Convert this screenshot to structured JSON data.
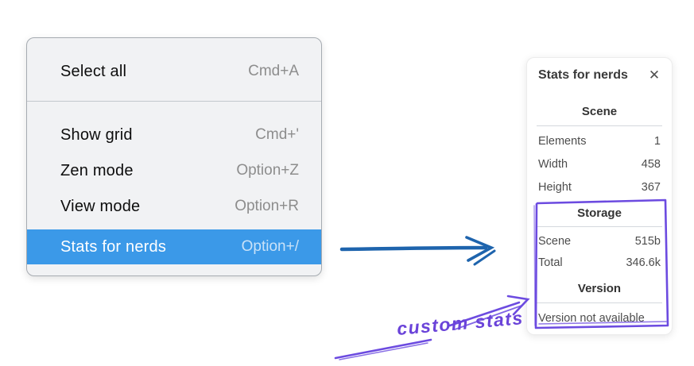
{
  "menu": {
    "items": [
      {
        "label": "Select all",
        "shortcut": "Cmd+A",
        "selected": false
      },
      {
        "label": "Show grid",
        "shortcut": "Cmd+'",
        "selected": false
      },
      {
        "label": "Zen mode",
        "shortcut": "Option+Z",
        "selected": false
      },
      {
        "label": "View mode",
        "shortcut": "Option+R",
        "selected": false
      },
      {
        "label": "Stats for nerds",
        "shortcut": "Option+/",
        "selected": true
      }
    ]
  },
  "stats_panel": {
    "title": "Stats for nerds",
    "close_icon": "✕",
    "sections": [
      {
        "heading": "Scene",
        "rows": [
          {
            "label": "Elements",
            "value": "1"
          },
          {
            "label": "Width",
            "value": "458"
          },
          {
            "label": "Height",
            "value": "367"
          }
        ]
      },
      {
        "heading": "Storage",
        "rows": [
          {
            "label": "Scene",
            "value": "515b"
          },
          {
            "label": "Total",
            "value": "346.6k"
          }
        ]
      },
      {
        "heading": "Version",
        "note": "Version not available"
      }
    ]
  },
  "annotation": {
    "label": "custom stats"
  },
  "colors": {
    "menu_highlight": "#3b99e8",
    "menu_background": "#f1f2f4",
    "arrow_blue": "#1e64ad",
    "annotation_purple": "#6c4be0",
    "annotation_text_purple": "#6a43d9"
  }
}
